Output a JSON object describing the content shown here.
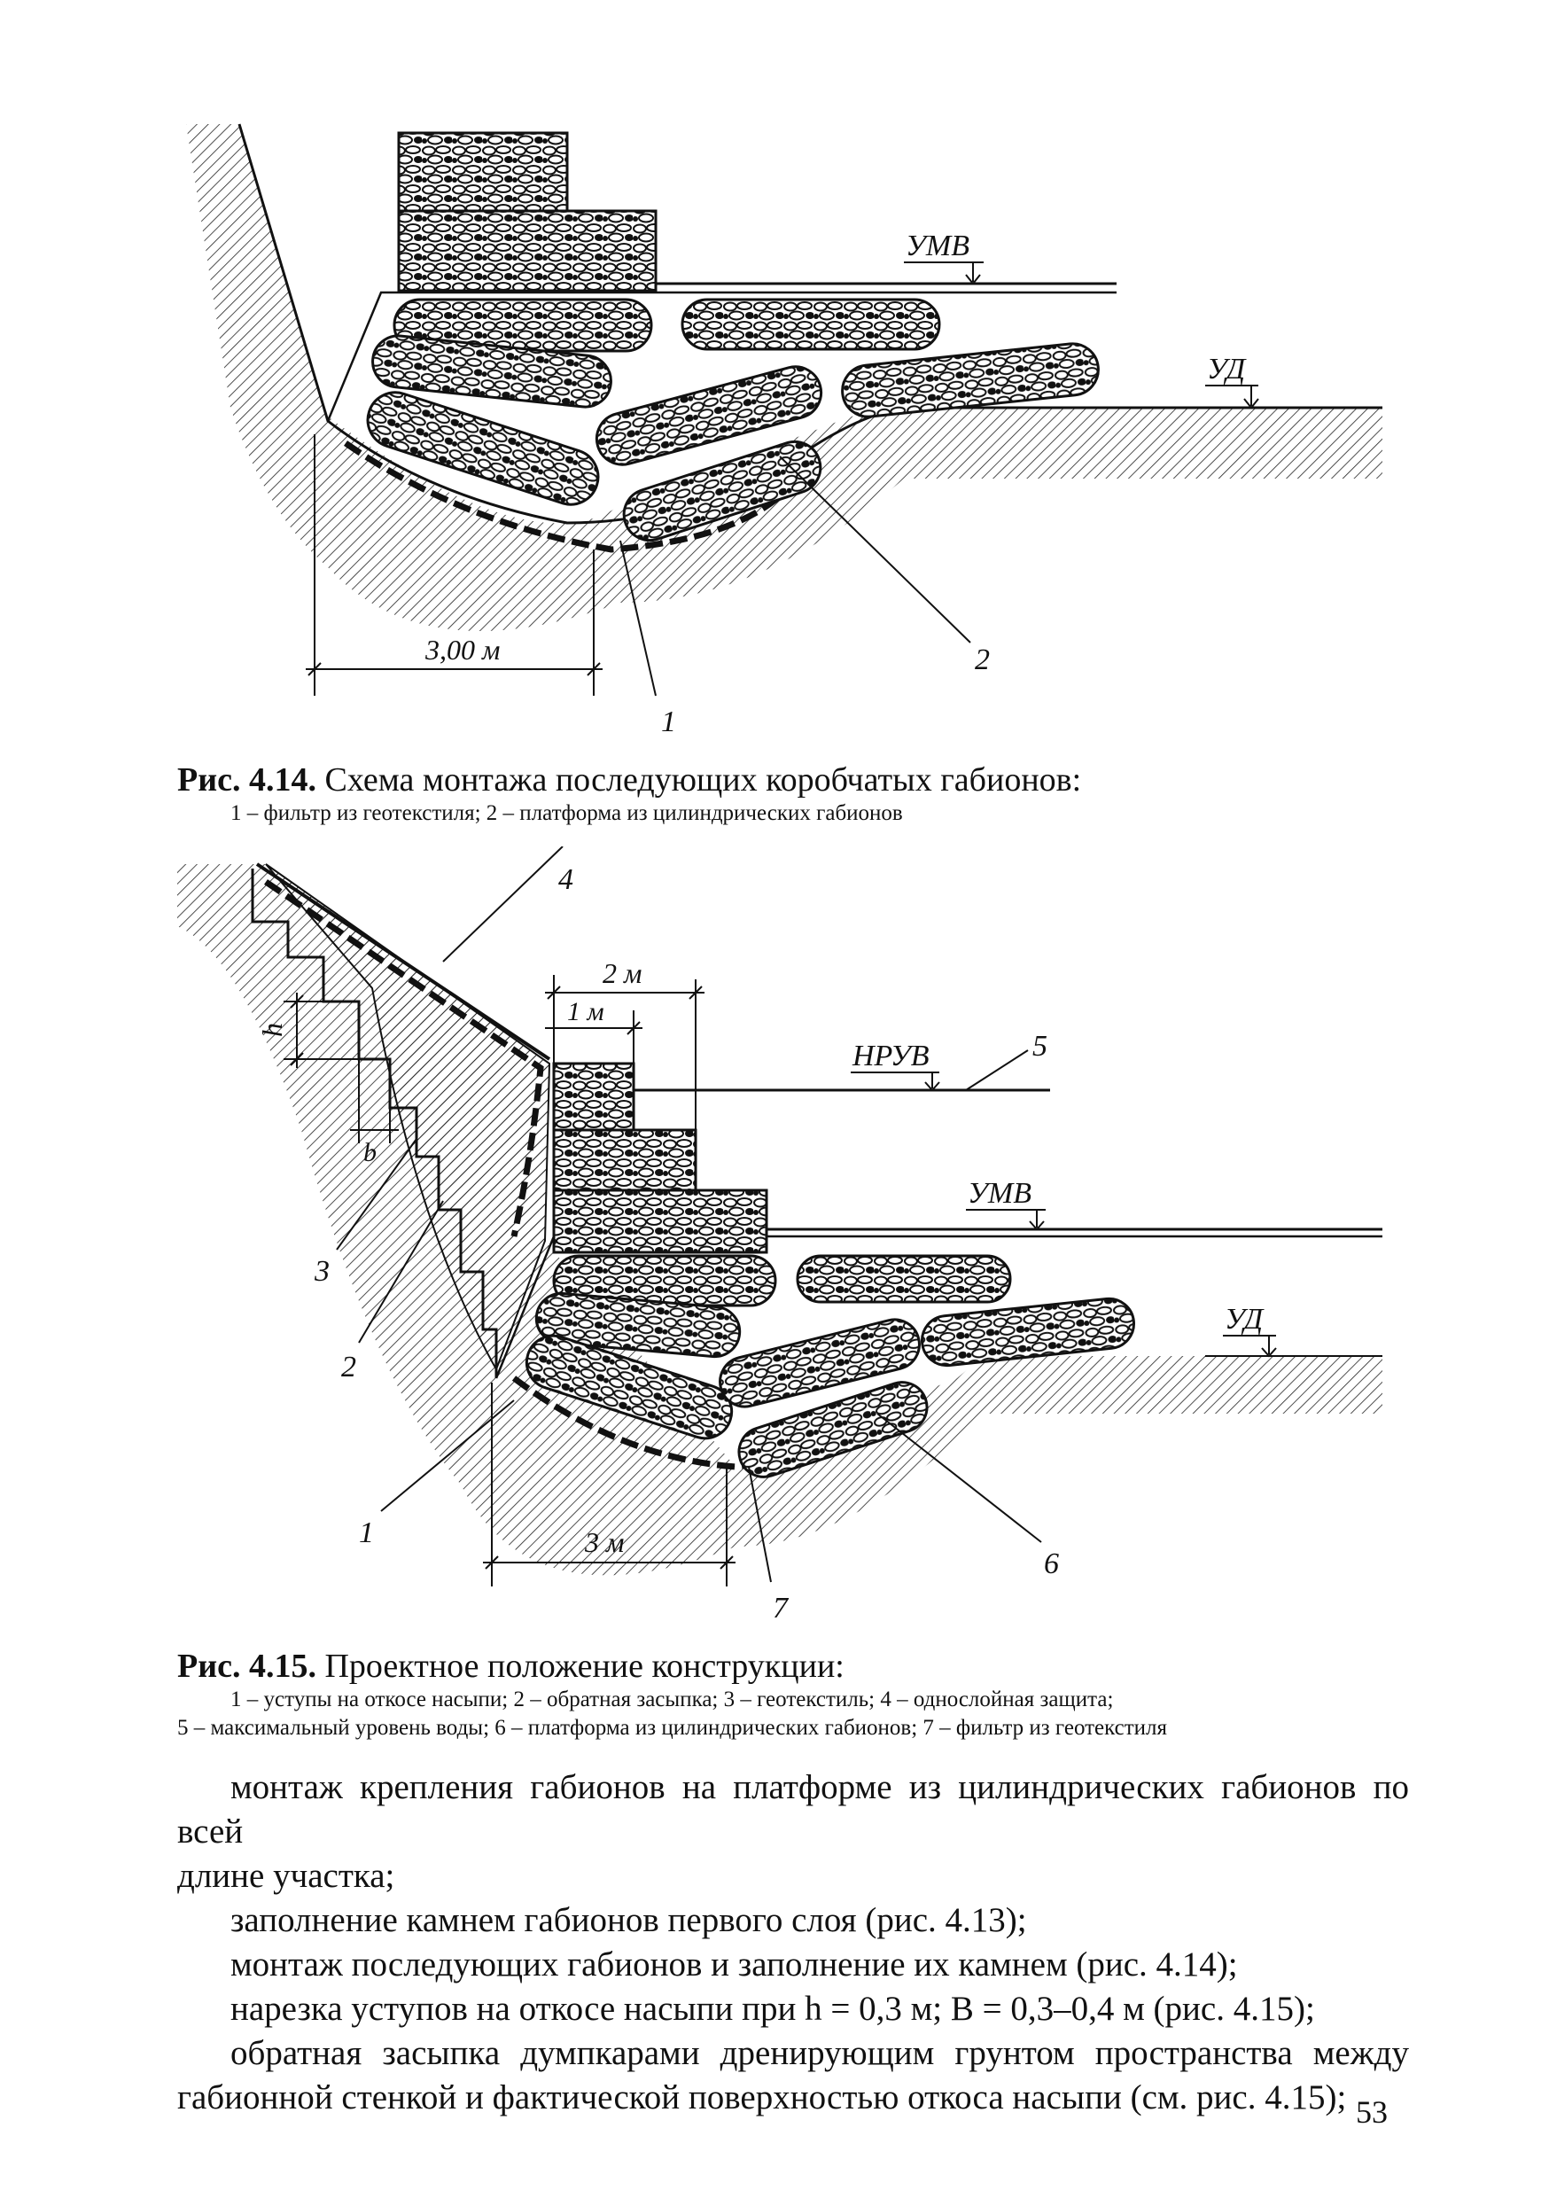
{
  "figure_1": {
    "labels": {
      "umv": "УМВ",
      "ud": "УД",
      "dimension": "3,00 м",
      "n1": "1",
      "n2": "2"
    },
    "caption_number": "Рис. 4.14.",
    "caption_title": "Схема монтажа последующих коробчатых габионов:",
    "caption_legend": "1 – фильтр из геотекстиля; 2 – платформа из цилиндрических габионов"
  },
  "figure_2": {
    "labels": {
      "nruv": "НРУВ",
      "umv": "УМВ",
      "ud": "УД",
      "dim_2m": "2 м",
      "dim_1m": "1 м",
      "dim_3m": "3 м",
      "h": "h",
      "b": "b",
      "n1": "1",
      "n2": "2",
      "n3": "3",
      "n4": "4",
      "n5": "5",
      "n6": "6",
      "n7": "7"
    },
    "caption_number": "Рис. 4.15.",
    "caption_title": "Проектное положение конструкции:",
    "caption_legend_line1": "1 – уступы на откосе насыпи; 2 – обратная засыпка; 3 – геотекстиль; 4 – однослойная защита;",
    "caption_legend_line2": "5 – максимальный уровень воды; 6 – платформа из цилиндрических габионов; 7 – фильтр из геотекстиля"
  },
  "body": {
    "p1": "монтаж крепления габионов на платформе из цилиндрических габионов по всей",
    "p1b": "длине участка;",
    "p2": "заполнение камнем габионов первого слоя (рис. 4.13);",
    "p3": "монтаж последующих габионов и заполнение их камнем (рис. 4.14);",
    "p4": "нарезка уступов на откосе насыпи при h = 0,3 м; B = 0,3–0,4 м (рис. 4.15);",
    "p5": "обратная засыпка думпкарами дренирующим грунтом пространства между габионной стенкой и фактической поверхностью откоса насыпи (см. рис. 4.15);"
  },
  "page_number": "53"
}
